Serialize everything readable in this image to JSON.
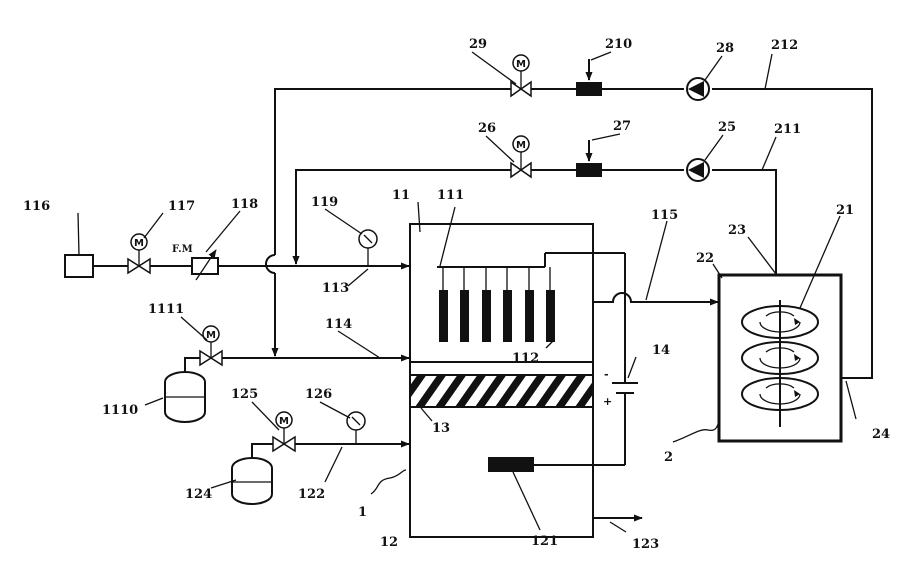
{
  "labels": {
    "l1": "1",
    "l2": "2",
    "l11": "11",
    "l12": "12",
    "l13": "13",
    "l14": "14",
    "l21": "21",
    "l22": "22",
    "l23": "23",
    "l24": "24",
    "l25": "25",
    "l26": "26",
    "l27": "27",
    "l28": "28",
    "l29": "29",
    "l111": "111",
    "l112": "112",
    "l113": "113",
    "l114": "114",
    "l115": "115",
    "l116": "116",
    "l117": "117",
    "l118": "118",
    "l119": "119",
    "l121": "121",
    "l122": "122",
    "l123": "123",
    "l124": "124",
    "l125": "125",
    "l126": "126",
    "l210": "210",
    "l211": "211",
    "l212": "212",
    "l1110": "1110",
    "l1111": "1111"
  },
  "flowmeter_text": "F.M",
  "motor_text": "M",
  "polarity": {
    "minus": "-",
    "plus": "+"
  }
}
